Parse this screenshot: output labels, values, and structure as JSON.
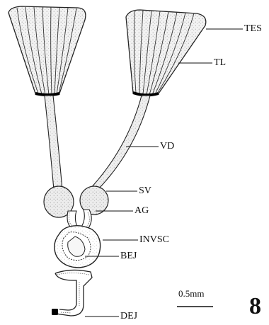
{
  "figure": {
    "number": "8",
    "scale_label": "0.5mm",
    "labels": {
      "tes": "TES",
      "tl": "TL",
      "vd": "VD",
      "sv": "SV",
      "ag": "AG",
      "invsc": "INVSC",
      "bej": "BEJ",
      "dej": "DEJ"
    }
  }
}
